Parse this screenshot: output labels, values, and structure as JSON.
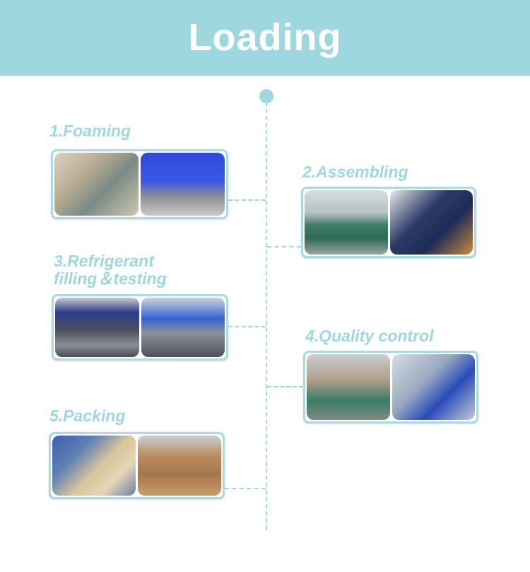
{
  "banner": {
    "title": "Loading"
  },
  "steps": [
    {
      "title": "1.Foaming"
    },
    {
      "title": "2.Assembling"
    },
    {
      "title_line1": "3.Refrigerant",
      "title_line2": "filling＆testing"
    },
    {
      "title": "4.Quality control"
    },
    {
      "title": "5.Packing"
    }
  ],
  "colors": {
    "accent": "#9fd7df",
    "frame": "#a9dbe3",
    "background": "#ffffff"
  },
  "icons": []
}
